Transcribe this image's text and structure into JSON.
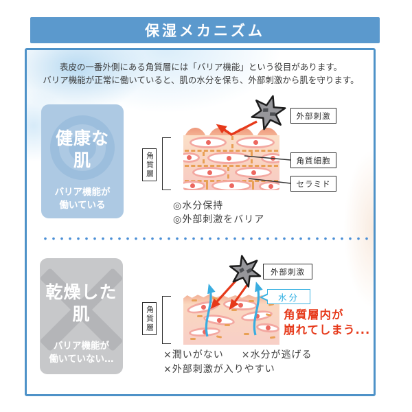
{
  "title": "保湿メカニズム",
  "intro": {
    "line1": "表皮の一番外側にある角質層には「バリア機能」という役目があります。",
    "line2": "バリア機能が正常に働いていると、肌の水分を保ち、外部刺激から肌を守ります。"
  },
  "healthy": {
    "card_title_line1": "健康な",
    "card_title_line2": "肌",
    "card_caption_line1": "バリア機能が",
    "card_caption_line2": "働いている",
    "labels": {
      "stratum": "角質層",
      "stimulus": "外部刺激",
      "corneocyte": "角質細胞",
      "ceramide": "セラミド"
    },
    "points": [
      "◎水分保持",
      "◎外部刺激をバリア"
    ]
  },
  "dry": {
    "card_title_line1": "乾燥した",
    "card_title_line2": "肌",
    "card_caption_line1": "バリア機能が",
    "card_caption_line2": "働いていない…",
    "labels": {
      "stratum": "角質層",
      "stimulus": "外部刺激",
      "moisture": "水分"
    },
    "warning_line1": "角質層内が",
    "warning_line2": "崩れてしまう...",
    "problems_row1_a": "×潤いがない",
    "problems_row1_b": "×水分が逃げる",
    "problems_row2": "×外部刺激が入りやすい"
  },
  "colors": {
    "banner_blue": "#5b99cd",
    "border_blue": "#4e92c8",
    "healthy_card_blue": "#adc9e3",
    "healthy_symbol_blue": "#9cbedd",
    "dry_card_gray": "#c7c8ca",
    "skin_pink": "#fad8c4",
    "surface_salmon": "#ee997c",
    "ceramide_orange": "#e8a055",
    "cell_border_pink": "#f3a8a1",
    "alert_red": "#e6391a",
    "moisture_cyan": "#3ab2e2",
    "dot_divider_blue": "#4b8fd6"
  }
}
